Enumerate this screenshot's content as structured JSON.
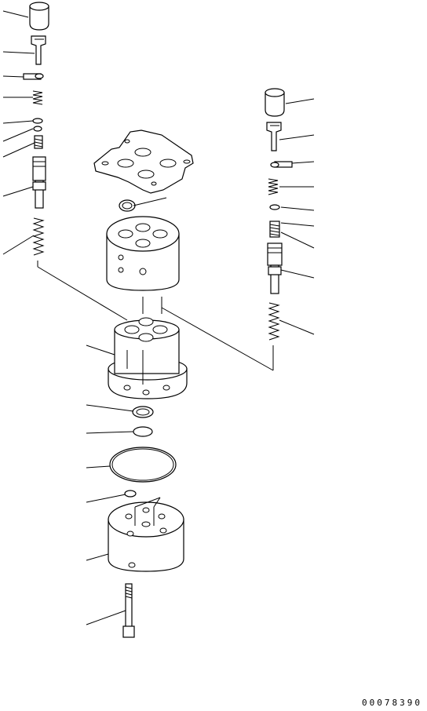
{
  "drawing": {
    "number": "00078390",
    "type": "exploded parts diagram"
  },
  "colors": {
    "line": "#000000",
    "background": "#ffffff"
  },
  "parts": [
    "left-cap",
    "left-plunger",
    "left-seat",
    "left-spring",
    "left-retainer",
    "left-washer",
    "left-small-spring",
    "left-spool",
    "left-return-spring",
    "top-plate",
    "top-seal",
    "upper-body",
    "center-body",
    "seal-ring",
    "disc",
    "o-ring",
    "small-disc",
    "lower-body",
    "bolt",
    "right-cap",
    "right-plunger",
    "right-seat",
    "right-spring",
    "right-washer",
    "right-small-spring",
    "right-spool",
    "right-return-spring"
  ]
}
